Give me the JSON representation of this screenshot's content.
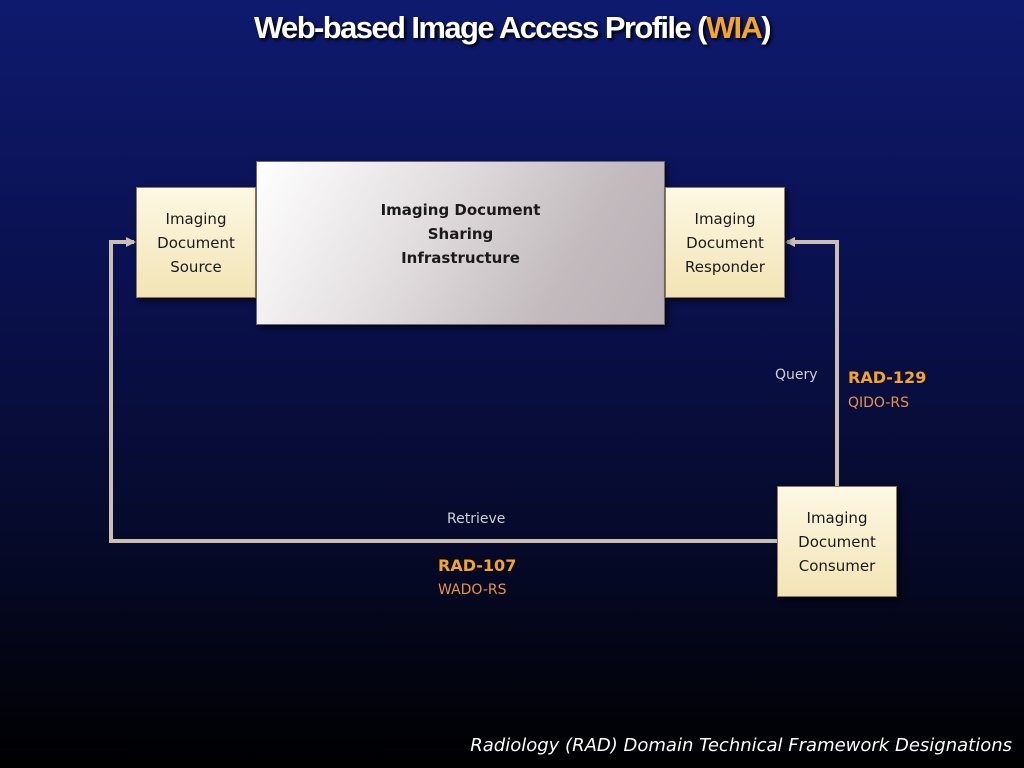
{
  "title": {
    "prefix": "Web-based Image Access Profile (",
    "accent": "WIA",
    "suffix": ")"
  },
  "actors": {
    "source": "Imaging Document Source",
    "infrastructure": "Imaging Document Sharing Infrastructure",
    "responder": "Imaging Document Responder",
    "consumer": "Imaging Document Consumer"
  },
  "transactions": {
    "query": {
      "label": "Query",
      "code": "RAD-129",
      "protocol": "QIDO-RS"
    },
    "retrieve": {
      "label": "Retrieve",
      "code": "RAD-107",
      "protocol": "WADO-RS"
    }
  },
  "footer": "Radiology (RAD) Domain Technical Framework Designations",
  "colors": {
    "accent": "#f5a623",
    "protocol": "#e8924a",
    "connector": "#c9c0b3",
    "actor_box": "#f6ebc6"
  }
}
